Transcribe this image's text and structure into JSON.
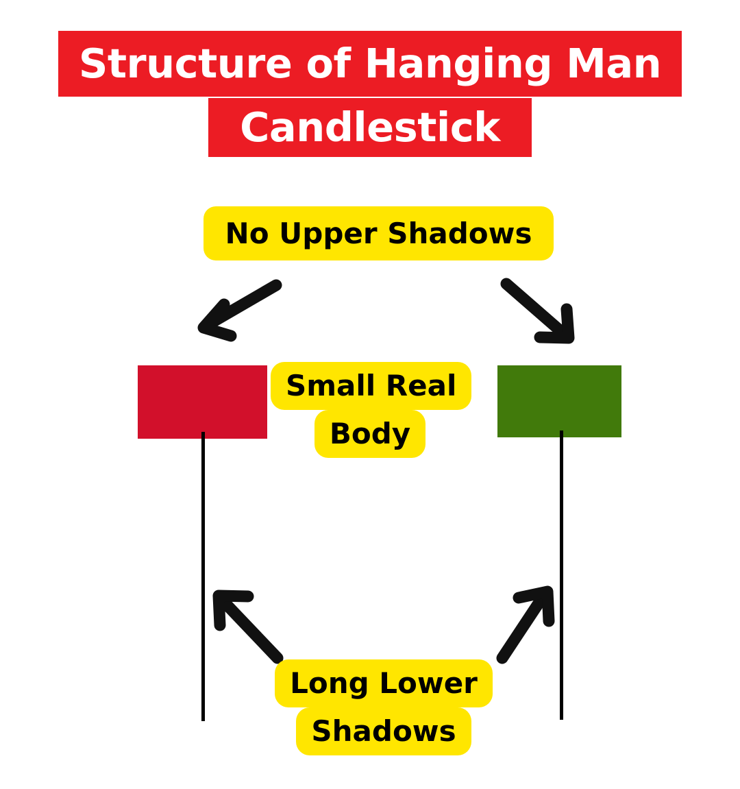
{
  "title": {
    "line1": "Structure of Hanging Man",
    "line2": "Candlestick"
  },
  "callouts": {
    "no_upper_shadows": "No Upper Shadows",
    "small_real_body_line1": "Small Real",
    "small_real_body_line2": "Body",
    "long_lower_shadows_line1": "Long Lower",
    "long_lower_shadows_line2": "Shadows"
  },
  "colors": {
    "banner_red": "#EC1C24",
    "callout_yellow": "#FFE600",
    "bearish_candle_red": "#D2102B",
    "bullish_candle_green": "#417A0B",
    "wick_black": "#000000",
    "background_white": "#FFFFFF",
    "text_white": "#FFFFFF",
    "text_black": "#000000"
  },
  "chart_data": {
    "type": "diagram",
    "title": "Structure of Hanging Man Candlestick",
    "candles": [
      {
        "name": "bearish-hanging-man",
        "body_color": "#D2102B",
        "body_type": "bearish",
        "upper_shadow": "none",
        "lower_shadow": "long",
        "real_body": "small"
      },
      {
        "name": "bullish-hanging-man",
        "body_color": "#417A0B",
        "body_type": "bullish",
        "upper_shadow": "none",
        "lower_shadow": "long",
        "real_body": "small"
      }
    ],
    "annotations": [
      {
        "label": "No Upper Shadows",
        "points_to": [
          "top-of-red-body",
          "top-of-green-body"
        ]
      },
      {
        "label": "Small Real Body",
        "points_to": [
          "red-body",
          "green-body"
        ]
      },
      {
        "label": "Long Lower Shadows",
        "points_to": [
          "red-wick",
          "green-wick"
        ]
      }
    ]
  }
}
